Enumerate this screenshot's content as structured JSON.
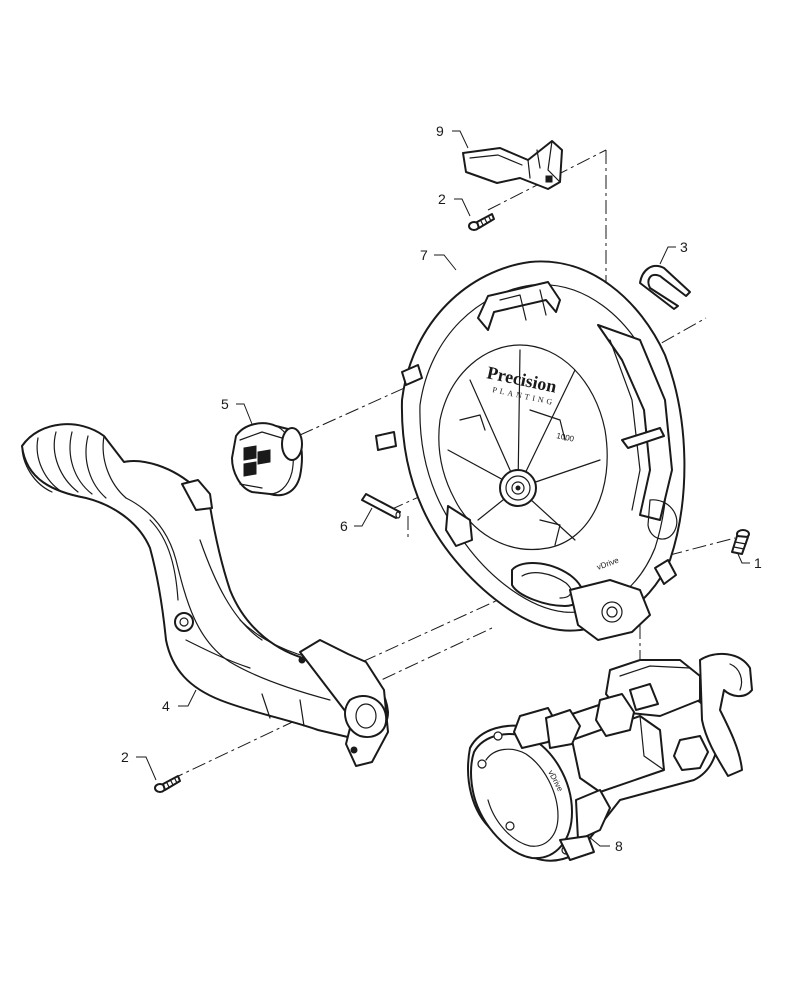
{
  "callouts": {
    "c1": "1",
    "c2a": "2",
    "c2b": "2",
    "c3": "3",
    "c4": "4",
    "c5": "5",
    "c6": "6",
    "c7": "7",
    "c8": "8",
    "c9": "9"
  },
  "branding": {
    "logo_main": "Precision",
    "logo_sub": "PLANTING",
    "disc_label": "vDrive",
    "motor_label": "vDrive",
    "ring_label": "1000"
  }
}
